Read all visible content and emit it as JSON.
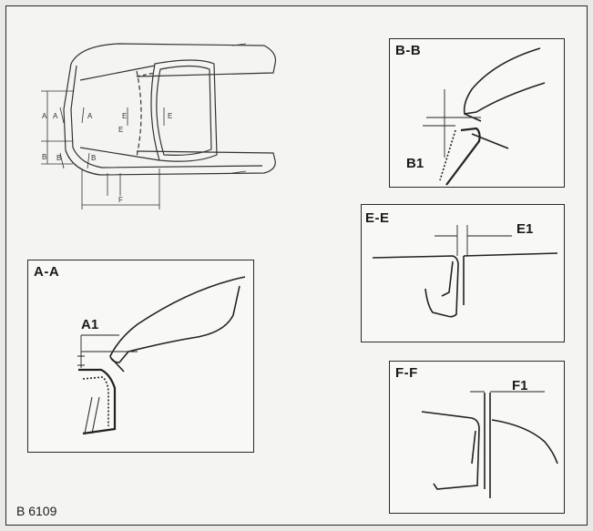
{
  "figure_code": "B 6109",
  "overview": {
    "labels": [
      "A",
      "A",
      "A",
      "B",
      "B",
      "B",
      "E",
      "E",
      "E",
      "F"
    ]
  },
  "sections": [
    {
      "id": "aa",
      "title": "A-A",
      "callout": "A1"
    },
    {
      "id": "bb",
      "title": "B-B",
      "callout": "B1"
    },
    {
      "id": "ee",
      "title": "E-E",
      "callout": "E1"
    },
    {
      "id": "ff",
      "title": "F-F",
      "callout": "F1"
    }
  ]
}
